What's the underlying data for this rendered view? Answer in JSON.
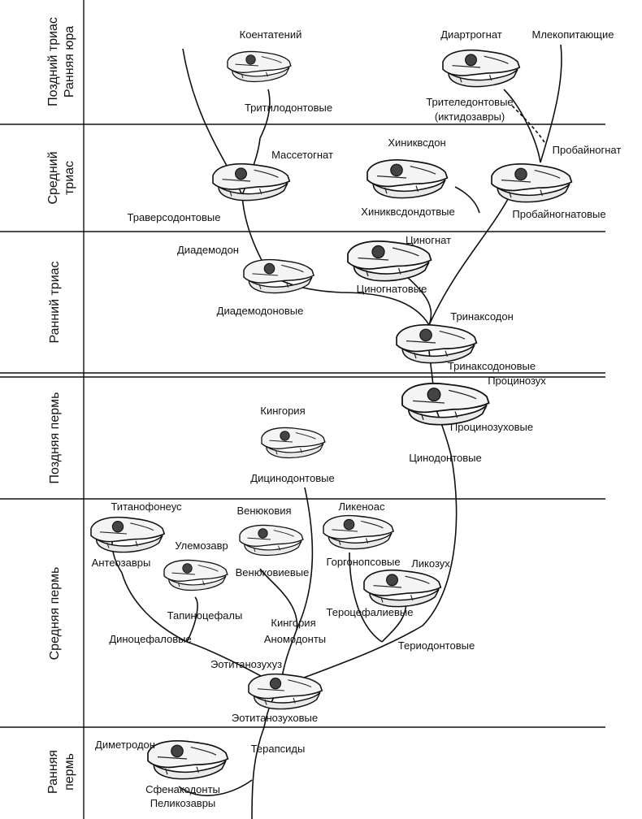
{
  "periods": [
    {
      "id": "late-triassic",
      "lines": [
        "Поздний триас",
        "Ранняя юра"
      ]
    },
    {
      "id": "middle-triassic",
      "lines": [
        "Средний",
        "триас"
      ]
    },
    {
      "id": "early-triassic",
      "lines": [
        "Ранний триас"
      ]
    },
    {
      "id": "late-permian",
      "lines": [
        "Поздняя пермь"
      ]
    },
    {
      "id": "middle-permian",
      "lines": [
        "Средняя пермь"
      ]
    },
    {
      "id": "early-permian",
      "lines": [
        "Ранняя",
        "пермь"
      ]
    }
  ],
  "labels": {
    "koentateniy": "Коентатений",
    "tritilodontovye": "Тритилодонтовые",
    "diartrognat": "Диартрогнат",
    "mlekopitayushchie": "Млекопитающие",
    "triteledontovye": "Трителедонтовые",
    "iktidozavry": "(иктидозавры)",
    "massetognat": "Массетогнат",
    "travers": "Траверсодонтовые",
    "khinikvodon": "Хиниквсдон",
    "khinikvodondtovye": "Хиниквcдондотвые",
    "probaynognat": "Пробайногнат",
    "probaynognatovye": "Пробайногнатовые",
    "tsinognat": "Циногнат",
    "diademodon": "Диадемодон",
    "tsinognatovye": "Циногнатовые",
    "diademodonovye": "Диадемодоновые",
    "trinaksodon": "Тринаксодон",
    "trinaksodonovye": "Тринаксодоновые",
    "protsinozukh": "Процинозух",
    "kingoriya_top": "Кингория",
    "protsinozukhovye": "Процинозуховые",
    "tsinodontovye": "Цинодонтовые",
    "ditsinodontovye": "Дицинодонтовые",
    "titanofoneus": "Титанофонеус",
    "venyukoviya": "Венюковия",
    "likenoas": "Ликеноас",
    "ulemozavr": "Улемозавр",
    "anteozavry": "Антеозавры",
    "gorgonopsovye": "Горгонопсовые",
    "likozukh": "Ликозух",
    "venyukovievye": "Венюковиевые",
    "tapinotsefaly": "Тапиноцефалы",
    "terotsefalievye": "Тероцефалиевые",
    "kingoriya_low": "Кингория",
    "dinotsefalovye": "Диноцефаловые",
    "anomodonty": "Аномодонты",
    "teriodontovye": "Териодонтовые",
    "eotitanozukhuz": "Эотитанозухуз",
    "eotitanozukhovye": "Эотитанозуховые",
    "dimetrodon": "Диметродон",
    "terapsidy": "Терапсиды",
    "sfenakodonty": "Сфенакодонты",
    "pelikozavry": "Пеликозавры"
  }
}
